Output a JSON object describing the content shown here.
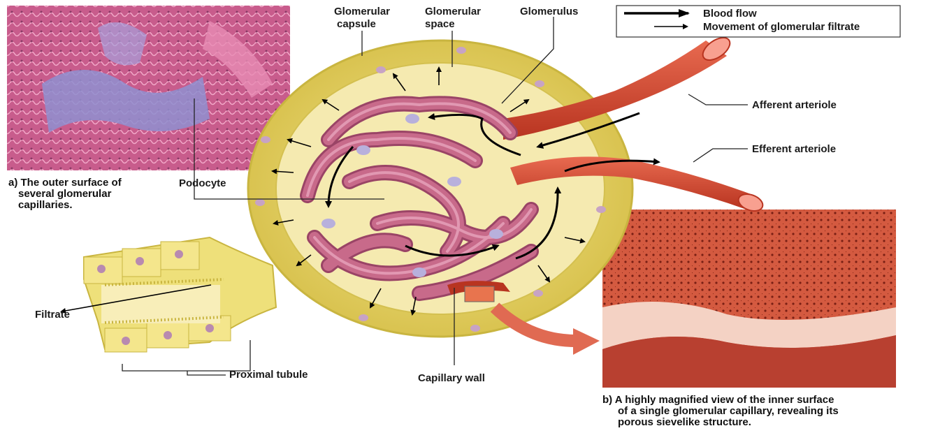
{
  "legend": {
    "blood_flow": "Blood flow",
    "filtrate_movement": "Movement of glomerular filtrate"
  },
  "labels": {
    "glomerular_capsule": [
      "Glomerular",
      "capsule"
    ],
    "glomerular_space": [
      "Glomerular",
      "space"
    ],
    "glomerulus": "Glomerulus",
    "afferent_arteriole": "Afferent arteriole",
    "efferent_arteriole": "Efferent arteriole",
    "podocyte": "Podocyte",
    "filtrate": "Filtrate",
    "proximal_tubule": "Proximal tubule",
    "capillary_wall": "Capillary wall"
  },
  "captions": {
    "a": [
      "a) The outer surface of",
      "several glomerular",
      "capillaries."
    ],
    "b": [
      "b) A highly magnified view of the inner surface",
      "of a single glomerular capillary, revealing its",
      "porous sievelike structure."
    ]
  },
  "colors": {
    "capsule": "#e8d56a",
    "capsule_edge": "#c9b540",
    "capillary": "#c86a8a",
    "capillary_dark": "#9a4466",
    "arteriole": "#d24a34",
    "micrograph_a": "#c85c8c",
    "micrograph_b": "#d45a40"
  }
}
